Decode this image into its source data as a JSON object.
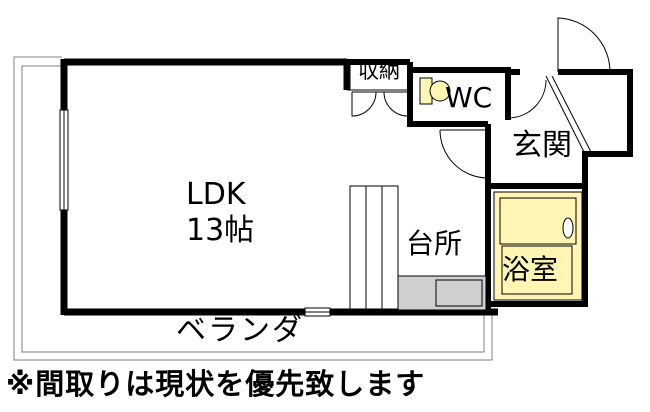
{
  "rooms": {
    "ldk": {
      "name": "LDK",
      "size": "13帖"
    },
    "kitchen": "台所",
    "entrance": "玄関",
    "bath": "浴室",
    "toilet": "WC",
    "storage": "収納"
  },
  "balcony": "ベランダ",
  "note": "※間取りは現状を優先致します",
  "colors": {
    "wall": "#000000",
    "bath_fill": "#fff6b4",
    "toilet_fill": "#fff6b4",
    "counter_fill": "#cfcfcf",
    "thin_line": "#808080"
  }
}
